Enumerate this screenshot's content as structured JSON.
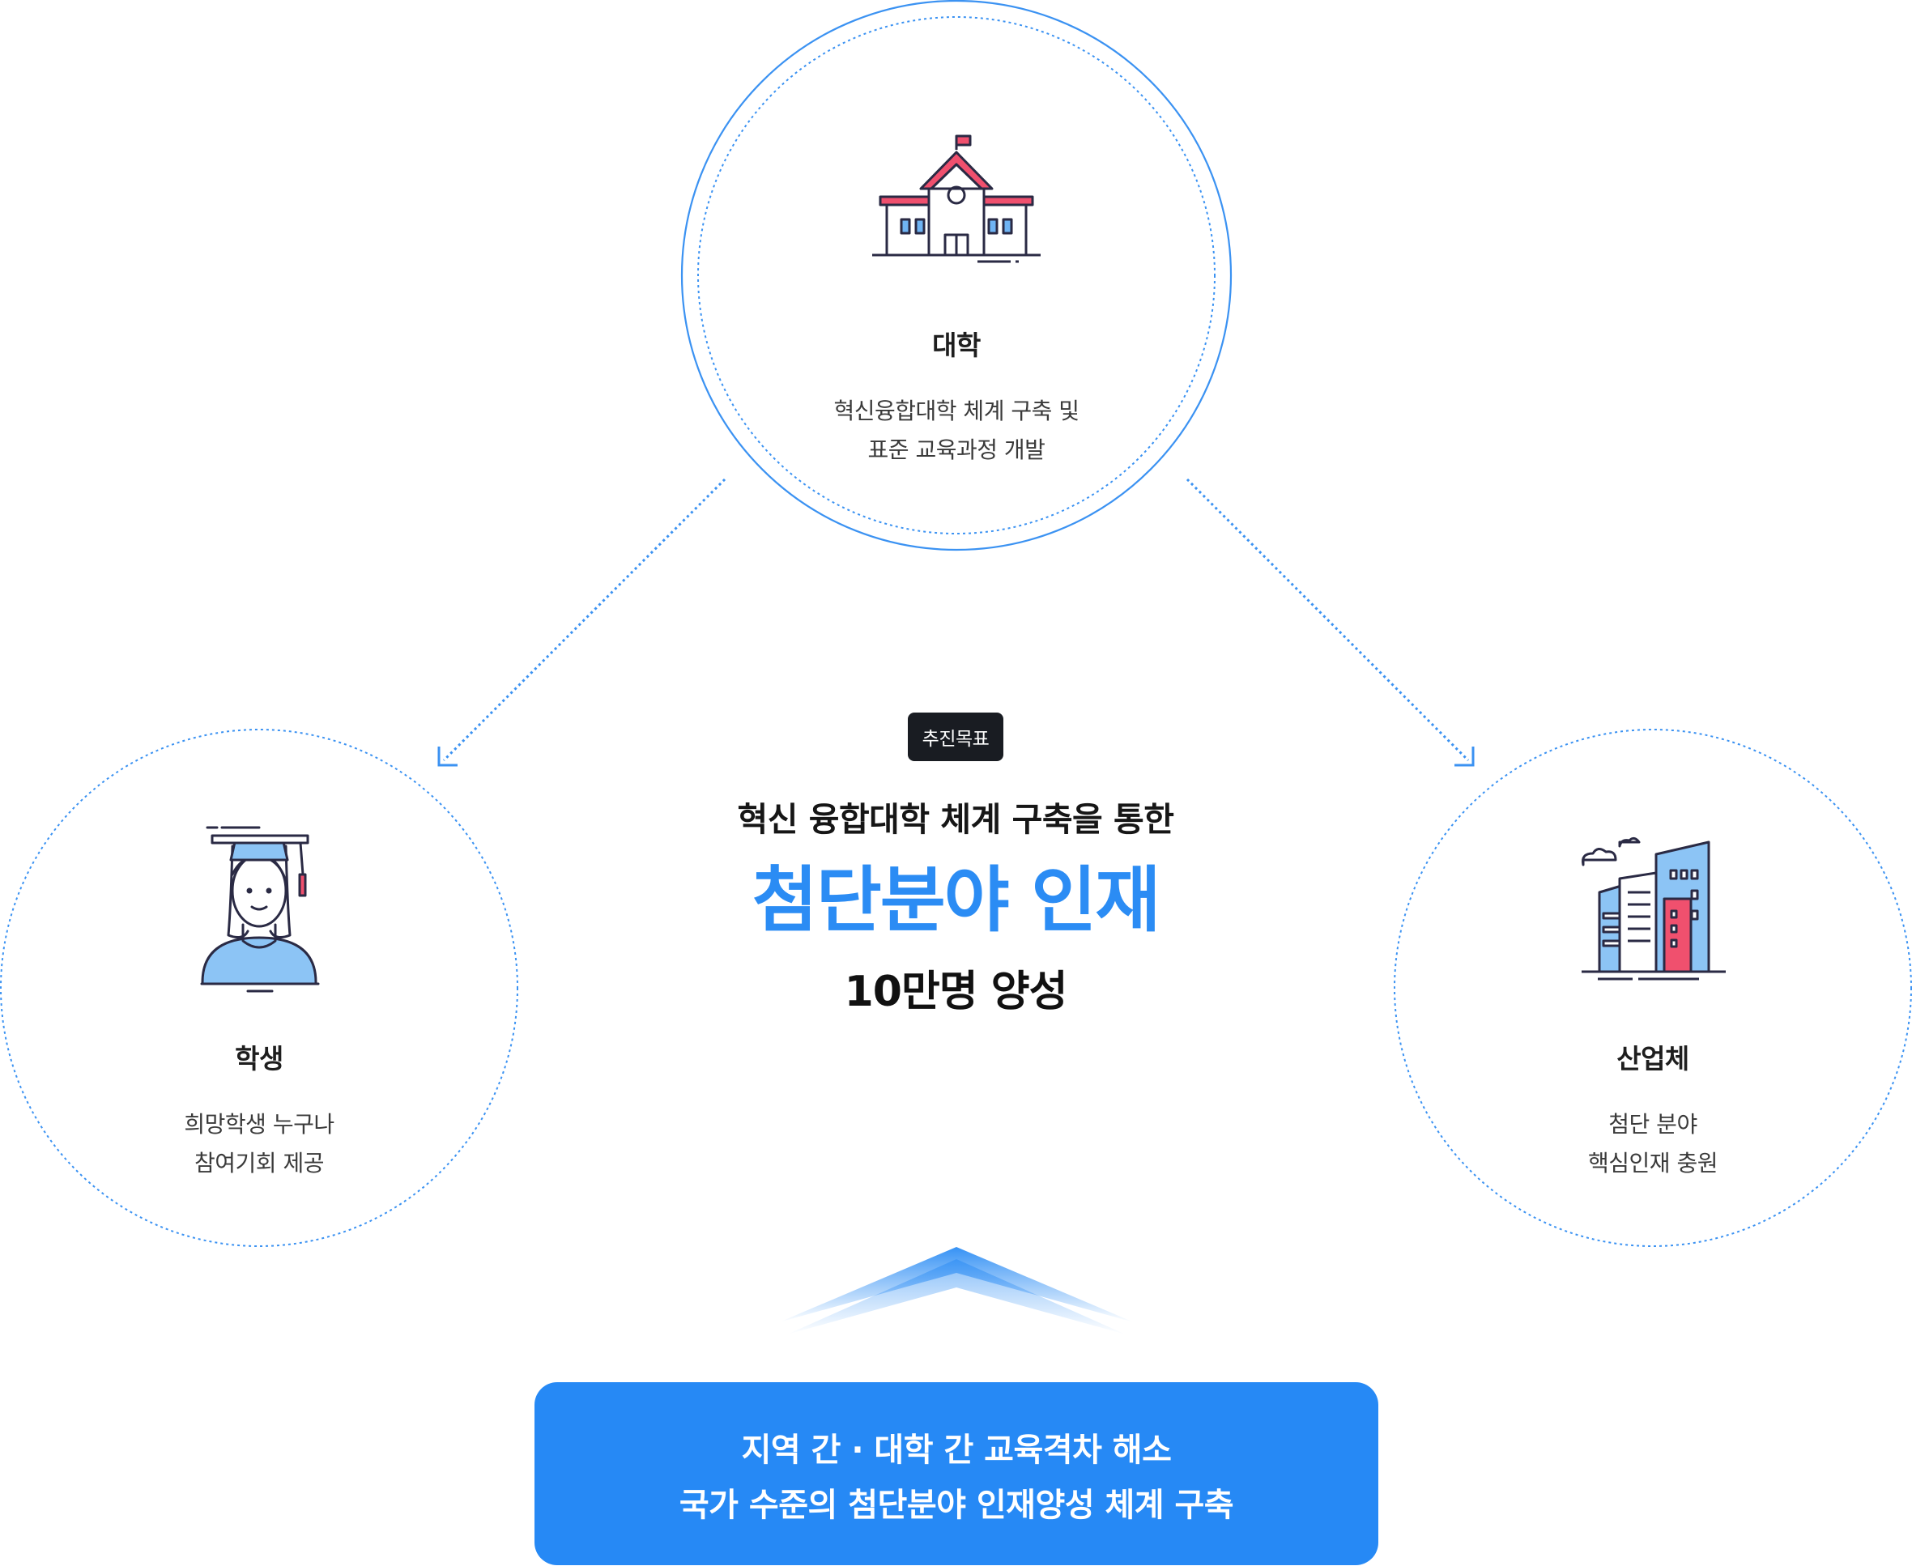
{
  "nodes": {
    "university": {
      "title": "대학",
      "desc": [
        "혁신융합대학 체계 구축 및",
        "표준 교육과정 개발"
      ],
      "icon": "university-building-icon"
    },
    "student": {
      "title": "학생",
      "desc": [
        "희망학생 누구나",
        "참여기회 제공"
      ],
      "icon": "graduate-student-icon"
    },
    "industry": {
      "title": "산업체",
      "desc": [
        "첨단 분야",
        "핵심인재 충원"
      ],
      "icon": "city-buildings-icon"
    }
  },
  "center": {
    "badge": "추진목표",
    "subtitle": "혁신 융합대학 체계 구축을 통한",
    "headline": "첨단분야 인재",
    "count": "10만명 양성"
  },
  "bottom": {
    "lines": [
      "지역 간 · 대학 간 교육격차 해소",
      "국가 수준의 첨단분야 인재양성 체계 구축"
    ]
  },
  "colors": {
    "accent": "#2b8cf4",
    "box": "#2689f5",
    "badge": "#191c22",
    "icon_red": "#f0506e",
    "icon_blue": "#6fb4f4"
  }
}
